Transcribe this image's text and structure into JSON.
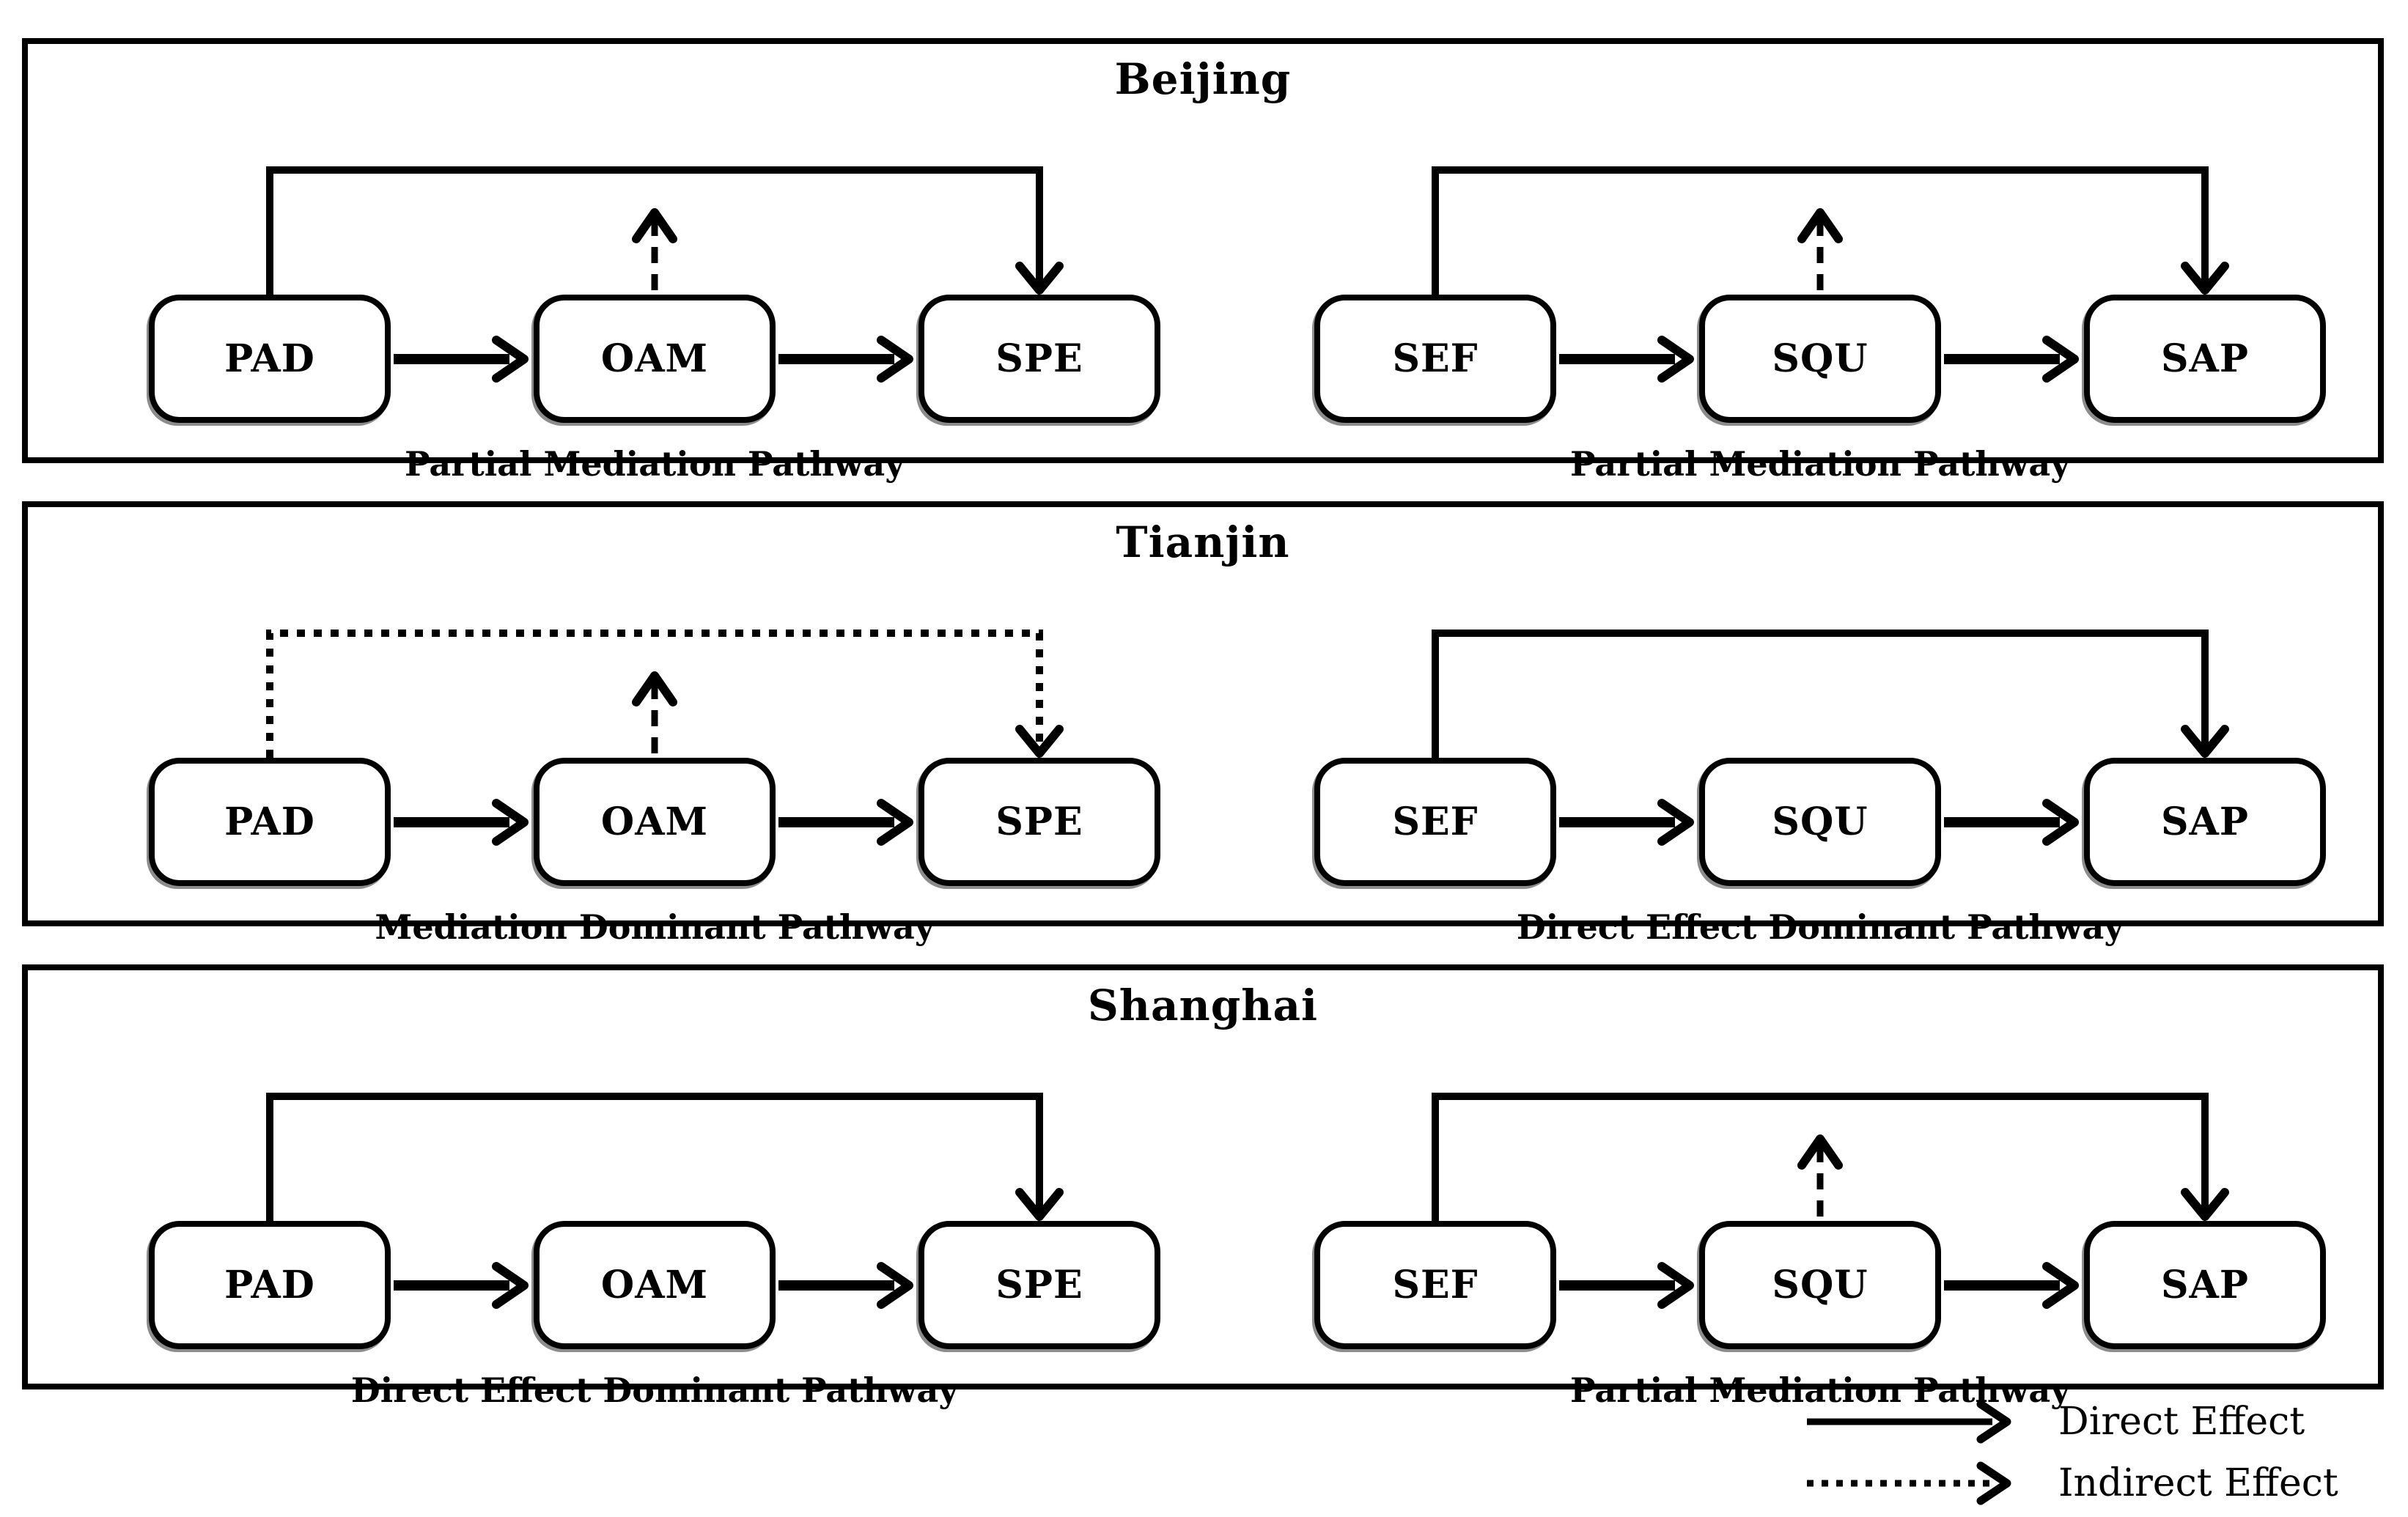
{
  "panels": [
    {
      "city": "Beijing",
      "diagrams": [
        {
          "nodes": [
            "PAD",
            "OAM",
            "SPE"
          ],
          "label": "Partial Mediation Pathway",
          "top_path": "solid",
          "mediator_arrow": true
        },
        {
          "nodes": [
            "SEF",
            "SQU",
            "SAP"
          ],
          "label": "Partial Mediation Pathway",
          "top_path": "solid",
          "mediator_arrow": true
        }
      ]
    },
    {
      "city": "Tianjin",
      "diagrams": [
        {
          "nodes": [
            "PAD",
            "OAM",
            "SPE"
          ],
          "label": "Mediation Dominant Pathway",
          "top_path": "dotted",
          "mediator_arrow": true
        },
        {
          "nodes": [
            "SEF",
            "SQU",
            "SAP"
          ],
          "label": "Direct Effect Dominant Pathway",
          "top_path": "solid",
          "mediator_arrow": false
        }
      ]
    },
    {
      "city": "Shanghai",
      "diagrams": [
        {
          "nodes": [
            "PAD",
            "OAM",
            "SPE"
          ],
          "label": "Direct Effect Dominant Pathway",
          "top_path": "solid",
          "mediator_arrow": false
        },
        {
          "nodes": [
            "SEF",
            "SQU",
            "SAP"
          ],
          "label": "Partial Mediation Pathway",
          "top_path": "solid",
          "mediator_arrow": true
        }
      ]
    }
  ],
  "legend": [
    {
      "style": "solid",
      "label": "Direct Effect"
    },
    {
      "style": "dotted",
      "label": "Indirect Effect"
    }
  ],
  "colors": {
    "line": "#000000",
    "background": "#ffffff",
    "box_fill": "#ffffff",
    "text": "#000000"
  }
}
